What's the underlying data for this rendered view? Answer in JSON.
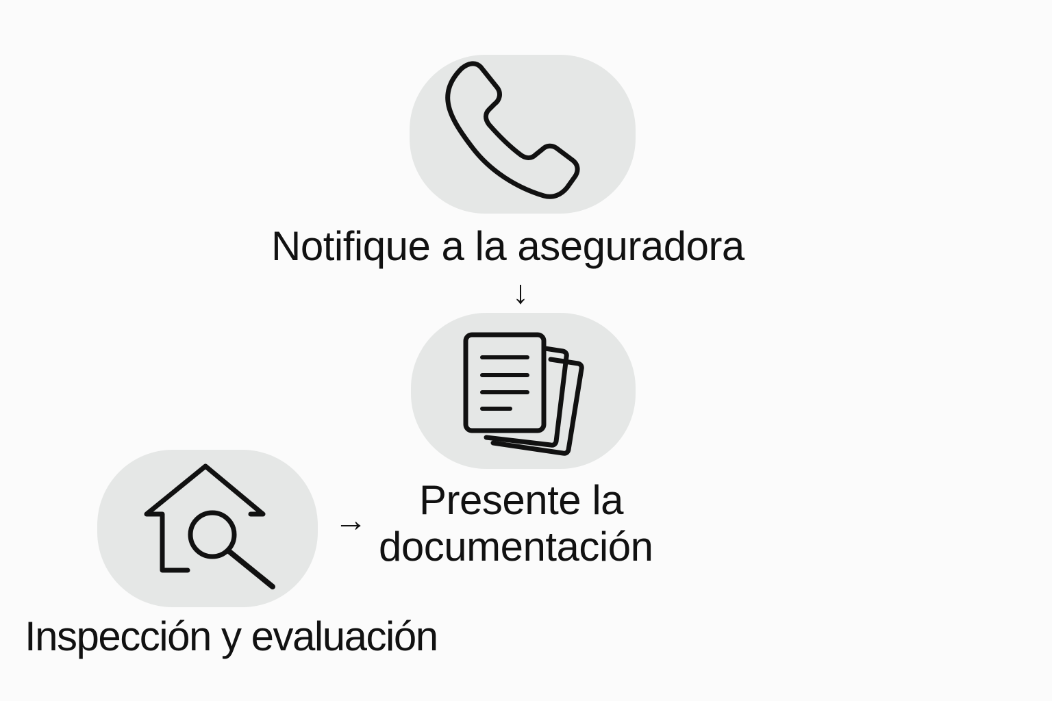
{
  "diagram": {
    "steps": [
      {
        "icon": "phone-icon",
        "label": "Notifique a la aseguradora"
      },
      {
        "icon": "documents-icon",
        "label_line1": "Presente la",
        "label_line2": "documentación"
      },
      {
        "icon": "house-search-icon",
        "label": "Inspección y evaluación"
      }
    ],
    "arrows": [
      "↓",
      "→"
    ],
    "colors": {
      "tile": "#e5e7e6",
      "stroke": "#111111",
      "background": "#fbfbfb"
    }
  }
}
